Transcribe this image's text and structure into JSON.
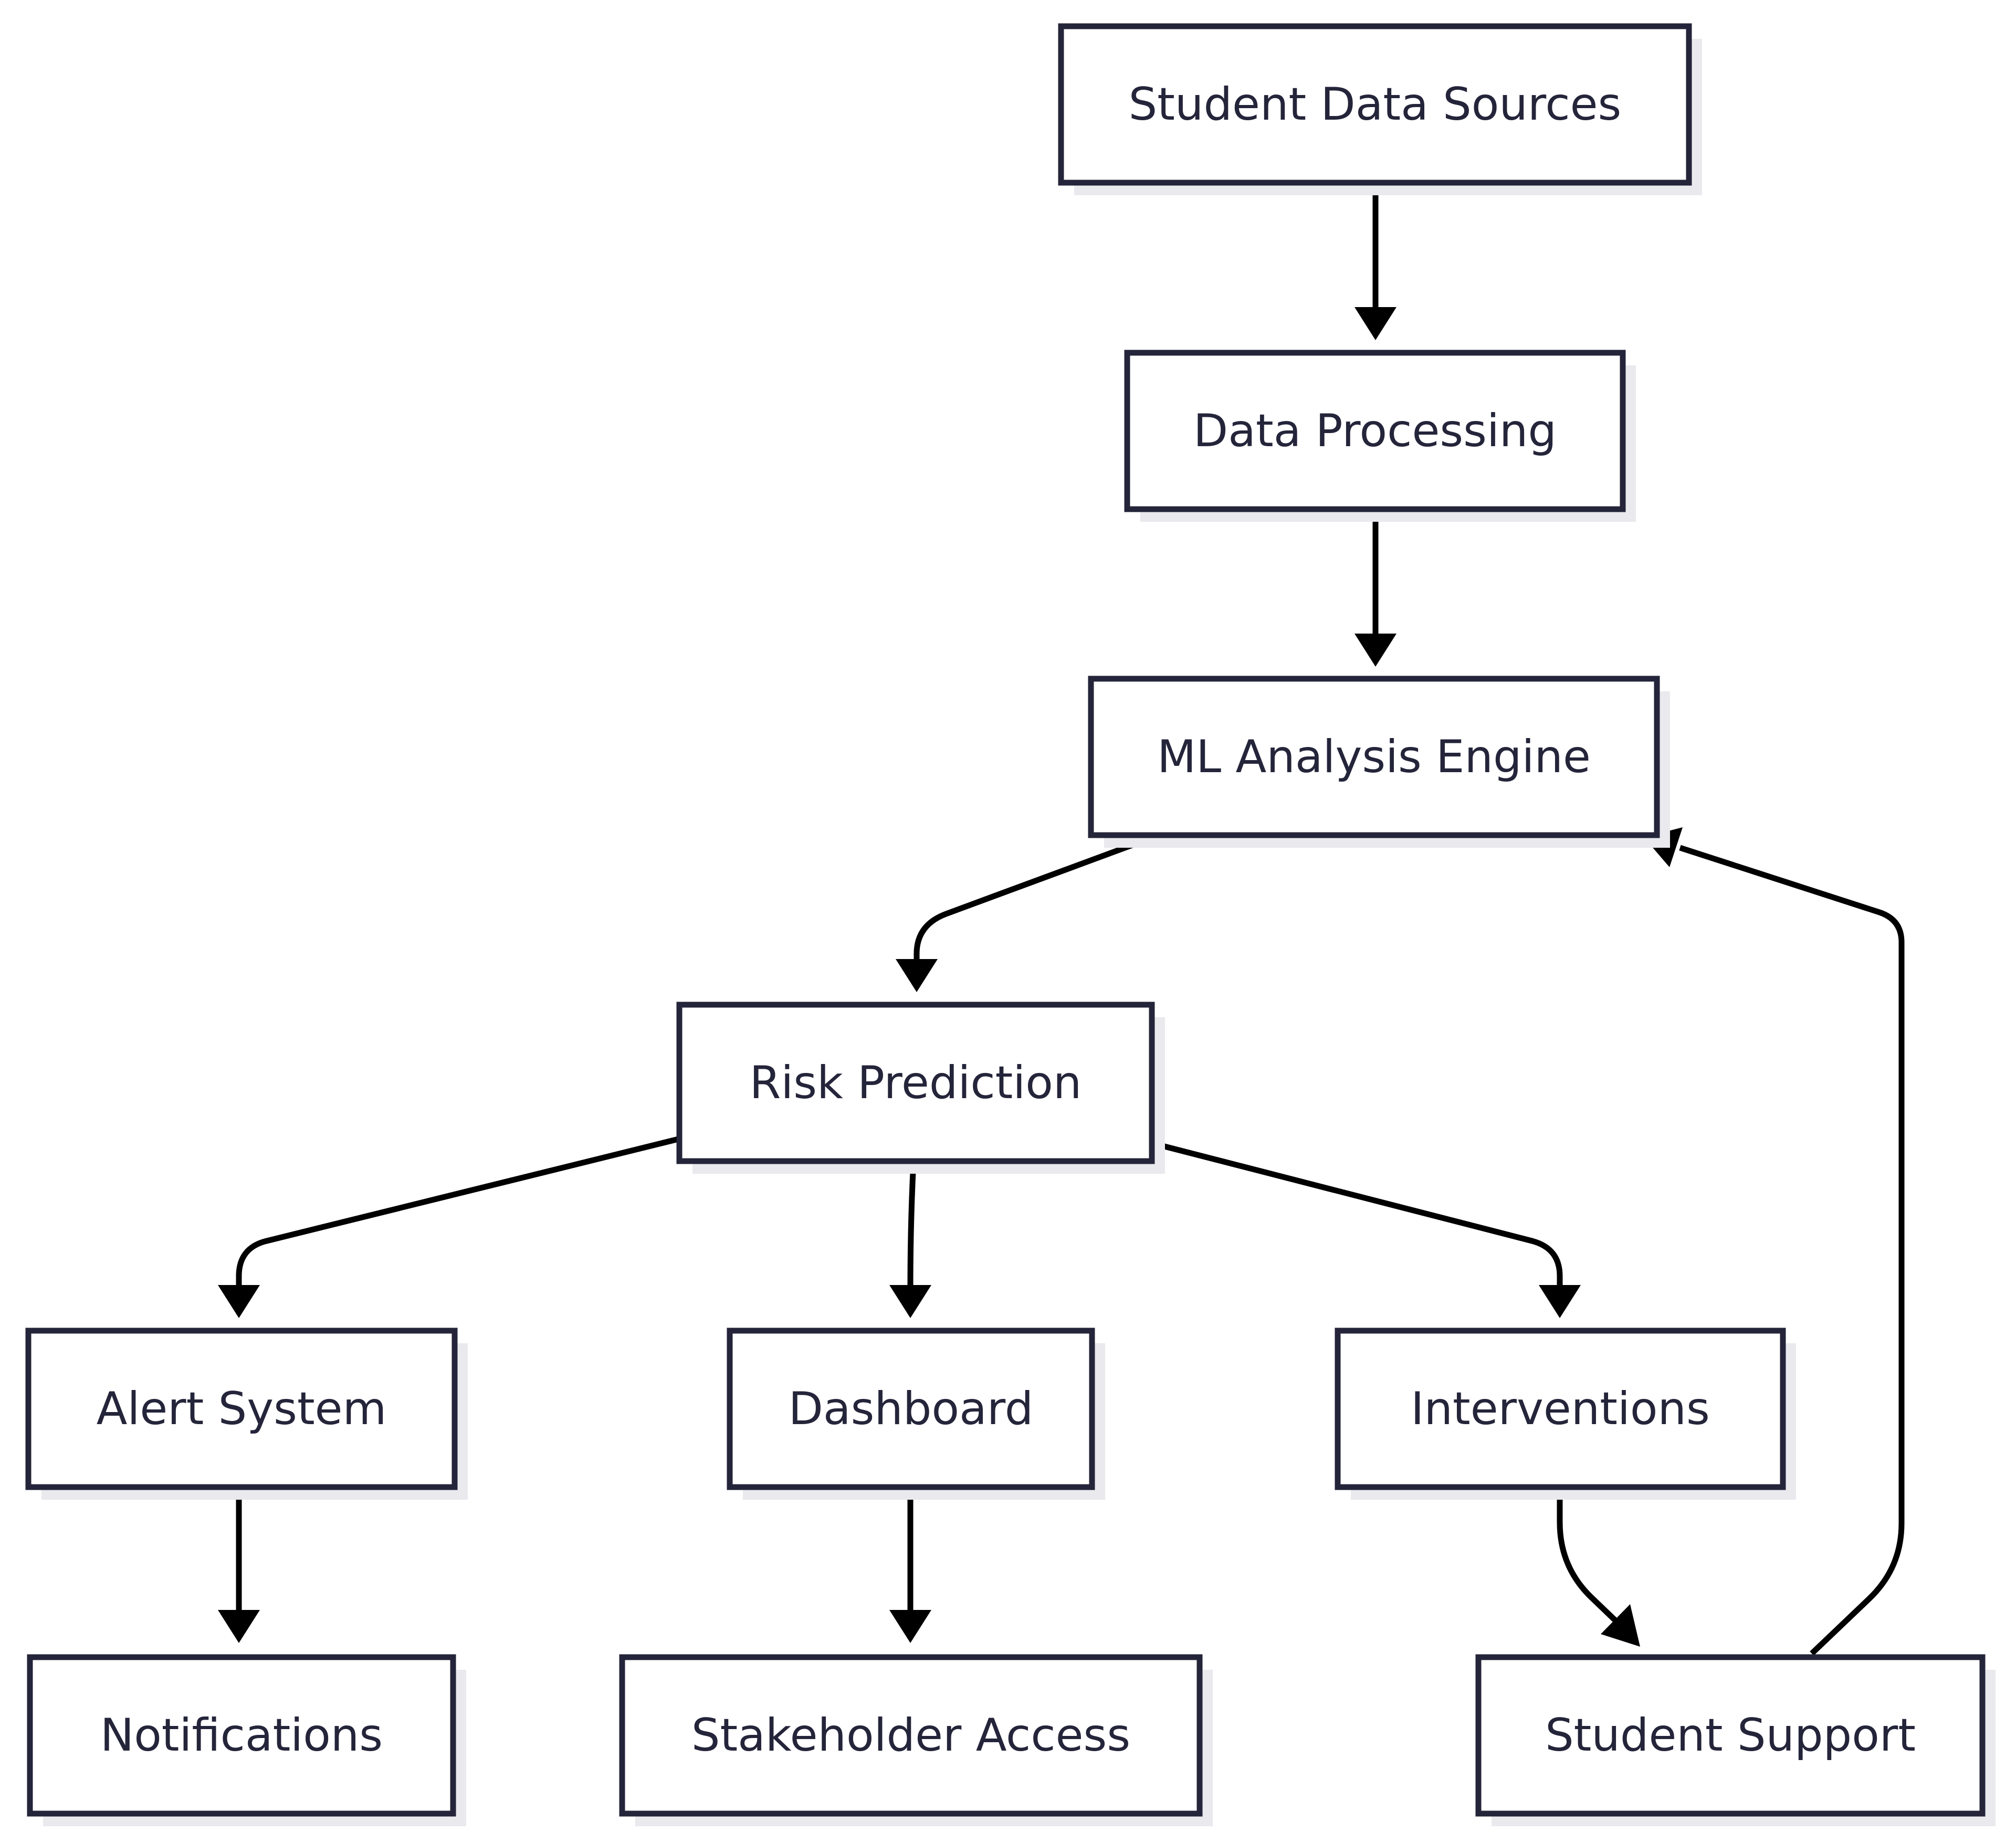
{
  "diagram": {
    "nodes": {
      "student_data_sources": "Student Data Sources",
      "data_processing": "Data Processing",
      "ml_analysis_engine": "ML Analysis Engine",
      "risk_prediction": "Risk Prediction",
      "alert_system": "Alert System",
      "dashboard": "Dashboard",
      "interventions": "Interventions",
      "notifications": "Notifications",
      "stakeholder_access": "Stakeholder Access",
      "student_support": "Student Support"
    },
    "edges": [
      {
        "from": "student_data_sources",
        "to": "data_processing"
      },
      {
        "from": "data_processing",
        "to": "ml_analysis_engine"
      },
      {
        "from": "ml_analysis_engine",
        "to": "risk_prediction"
      },
      {
        "from": "risk_prediction",
        "to": "alert_system"
      },
      {
        "from": "risk_prediction",
        "to": "dashboard"
      },
      {
        "from": "risk_prediction",
        "to": "interventions"
      },
      {
        "from": "alert_system",
        "to": "notifications"
      },
      {
        "from": "dashboard",
        "to": "stakeholder_access"
      },
      {
        "from": "interventions",
        "to": "student_support"
      },
      {
        "from": "student_support",
        "to": "ml_analysis_engine"
      }
    ],
    "colors": {
      "node_border": "#24243a",
      "node_text": "#24243a",
      "node_fill": "#ffffff",
      "node_shadow": "#e9e9ee",
      "edge": "#000000"
    }
  }
}
